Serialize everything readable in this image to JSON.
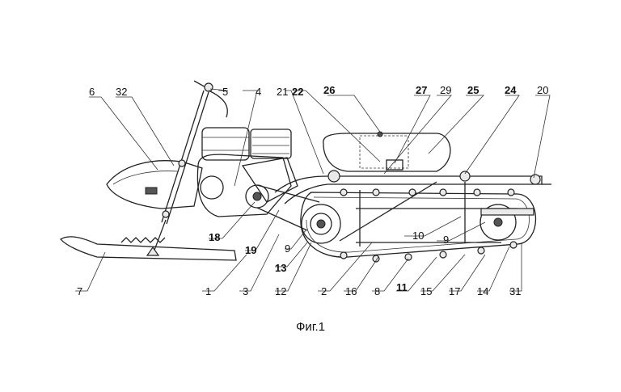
{
  "caption": "Фиг.1",
  "labels": [
    {
      "id": "l6",
      "text": "6",
      "bold": false
    },
    {
      "id": "l32",
      "text": "32",
      "bold": false
    },
    {
      "id": "l5",
      "text": "5",
      "bold": false
    },
    {
      "id": "l4",
      "text": "4",
      "bold": false
    },
    {
      "id": "l21",
      "text": "21",
      "bold": false
    },
    {
      "id": "l22",
      "text": "22",
      "bold": true
    },
    {
      "id": "l26",
      "text": "26",
      "bold": true
    },
    {
      "id": "l27",
      "text": "27",
      "bold": true
    },
    {
      "id": "l29",
      "text": "29",
      "bold": false
    },
    {
      "id": "l25",
      "text": "25",
      "bold": true
    },
    {
      "id": "l24",
      "text": "24",
      "bold": true
    },
    {
      "id": "l20",
      "text": "20",
      "bold": false
    },
    {
      "id": "l18",
      "text": "18",
      "bold": true
    },
    {
      "id": "l19",
      "text": "19",
      "bold": true
    },
    {
      "id": "l9a",
      "text": "9",
      "bold": false
    },
    {
      "id": "l13",
      "text": "13",
      "bold": true
    },
    {
      "id": "l10",
      "text": "10",
      "bold": false
    },
    {
      "id": "l9b",
      "text": "9",
      "bold": false
    },
    {
      "id": "l7",
      "text": "7",
      "bold": false
    },
    {
      "id": "l1",
      "text": "1",
      "bold": false
    },
    {
      "id": "l3",
      "text": "3",
      "bold": false
    },
    {
      "id": "l12",
      "text": "12",
      "bold": false
    },
    {
      "id": "l2",
      "text": "2",
      "bold": false
    },
    {
      "id": "l16",
      "text": "16",
      "bold": false
    },
    {
      "id": "l8",
      "text": "8",
      "bold": false
    },
    {
      "id": "l11",
      "text": "11",
      "bold": true
    },
    {
      "id": "l15",
      "text": "15",
      "bold": false
    },
    {
      "id": "l17",
      "text": "17",
      "bold": false
    },
    {
      "id": "l14",
      "text": "14",
      "bold": false
    },
    {
      "id": "l31",
      "text": "31",
      "bold": false
    }
  ]
}
